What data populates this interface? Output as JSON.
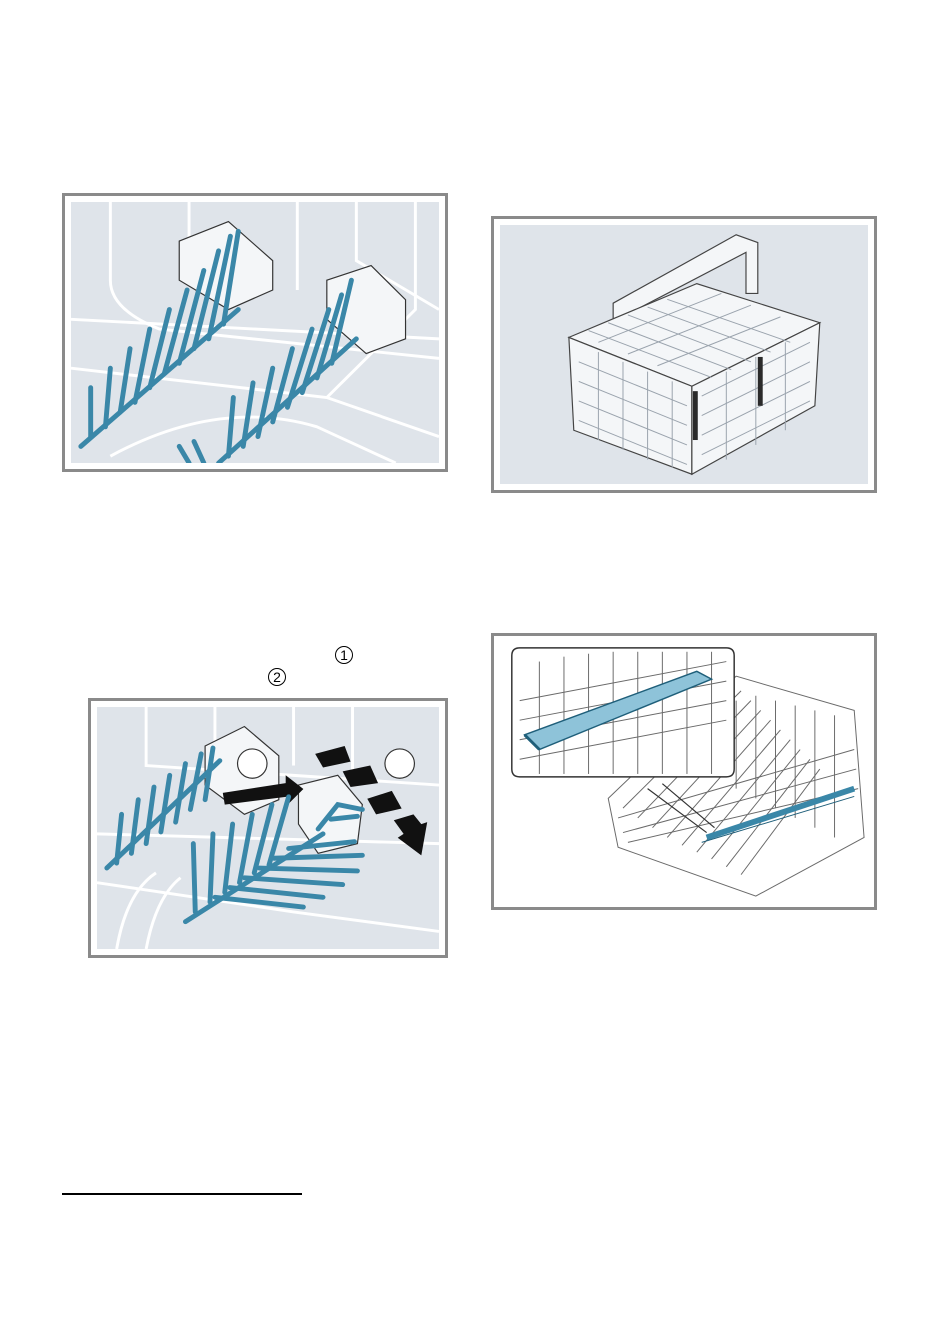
{
  "step_markers": {
    "marker_1": "1",
    "marker_2": "2"
  },
  "figures": {
    "rack_tines_folded": {
      "icon": "rack-tines-illustration"
    },
    "rack_tines_adjust": {
      "icon": "rack-tines-adjust-illustration",
      "circle_1": "",
      "circle_2": ""
    },
    "cutlery_basket": {
      "icon": "cutlery-basket-illustration"
    },
    "upper_rack_lever": {
      "icon": "upper-rack-lever-illustration"
    }
  },
  "colors": {
    "tine_blue": "#3a87a8",
    "figure_bg": "#dfe4ea",
    "frame_gray": "#8a8a8a"
  }
}
